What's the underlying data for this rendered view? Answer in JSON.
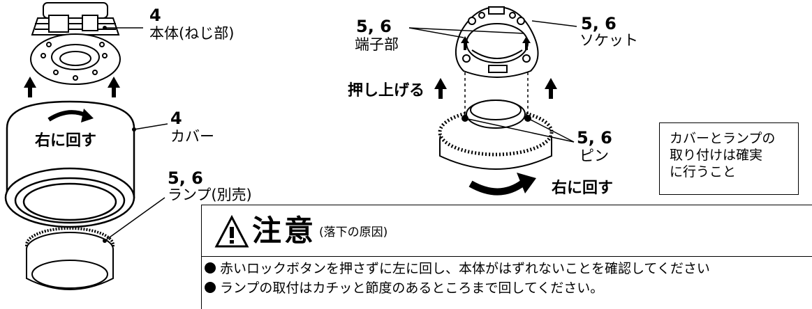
{
  "diagram": {
    "body_ref": {
      "number": "4",
      "label": "本体(ねじ部)"
    },
    "cover_ref": {
      "number": "4",
      "label": "カバー"
    },
    "lamp_ref": {
      "number": "5, 6",
      "label": "ランプ(別売)"
    },
    "terminal_ref": {
      "number": "5, 6",
      "label": "端子部"
    },
    "socket_ref": {
      "number": "5, 6",
      "label": "ソケット"
    },
    "pin_ref": {
      "number": "5, 6",
      "label": "ピン"
    },
    "rotate_right_cover": "右に回す",
    "push_up": "押し上げる",
    "rotate_right_lamp": "右に回す"
  },
  "note_box": {
    "lines": [
      "カバーとランプの",
      "取り付けは確実",
      "に行うこと"
    ]
  },
  "caution": {
    "title": "注意",
    "subtitle": "(落下の原因)",
    "items": [
      "赤いロックボタンを押さずに左に回し、本体がはずれないことを確認してください",
      "ランプの取付はカチッと節度のあるところまで回してください。"
    ]
  }
}
